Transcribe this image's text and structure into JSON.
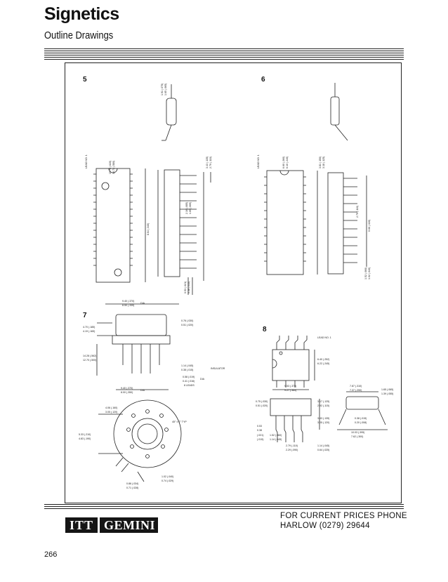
{
  "header": {
    "brand": "Signetics",
    "subtitle": "Outline Drawings"
  },
  "figures": [
    {
      "number": "5",
      "labels": [
        "LEAD NO. 1",
        "15.75 (.620)",
        "14.73 (.580)",
        "8.64 (.340)",
        "1.91 (.075)",
        "1.65 (.065)",
        "3.43 (.135)",
        "2.79 (.110)",
        "2.16 (.085)",
        "1.65 (.065)",
        "0.53 (.021)",
        "0.38 (.015)"
      ]
    },
    {
      "number": "6",
      "labels": [
        "LEAD NO. 1",
        "6.60 (.260)",
        "6.10 (.240)",
        "3.81 (.150)",
        "3.18 (.125)",
        "2.79 (.110)",
        "0.66 (.026)",
        "1.52 (.060)",
        "1.02 (.040)"
      ]
    },
    {
      "number": "7",
      "labels": [
        "9.40 (.370)",
        "8.50 (.335)",
        "DIA",
        "4.70 (.185)",
        "4.19 (.165)",
        "14.28 (.562)",
        "12.70 (.500)",
        "0.76 (.030)",
        "0.51 (.020)",
        "1.14 (.045)",
        "0.38 (.015)",
        "INSULATOR",
        "0.58 (.019)",
        "0.41 (.016)",
        "DIA",
        "8 LEADS",
        "9.40 (.370)",
        "8.00 (.350)",
        "DIA",
        "4.06 (.160)",
        "3.05 (.120)",
        "45° ± 2° TYP",
        "5.33 (.210)",
        "4.83 (.190)",
        "1.02 (.040)",
        "0.74 (.029)",
        "0.86 (.034)",
        "0.71 (.028)"
      ]
    },
    {
      "number": "8",
      "labels": [
        "LEAD NO. 1",
        "6.40 (.252)",
        "6.22 (.245)",
        "9.53 (.375)",
        "9.27 (.365)",
        "7.87 (.310)",
        "7.37 (.290)",
        "1.65 (.065)",
        "1.39 (.055)",
        "0.75 (.030)",
        "0.51 (.020)",
        "3.17 (.125)",
        "2.92 (.115)",
        "3.43 (.135)",
        "3.05 (.120)",
        "0.38 (.015)",
        "0.20 (.008)",
        "10.03 (.395)",
        "7.62 (.300)",
        "0.53",
        "0.38",
        "(.021)",
        "(.015)",
        "1.52 (.060)",
        "1.14 (.045)",
        "2.79 (.110)",
        "2.29 (.090)",
        "1.14 (.045)",
        "0.64 (.025)"
      ]
    }
  ],
  "footer": {
    "logo_itt": "ITT",
    "logo_gemini": "GEMINI",
    "phone_line1": "FOR CURRENT PRICES PHONE",
    "phone_line2": "HARLOW (0279) 29644",
    "page_number": "266"
  },
  "colors": {
    "ink": "#111111",
    "logo_bg": "#151515"
  }
}
